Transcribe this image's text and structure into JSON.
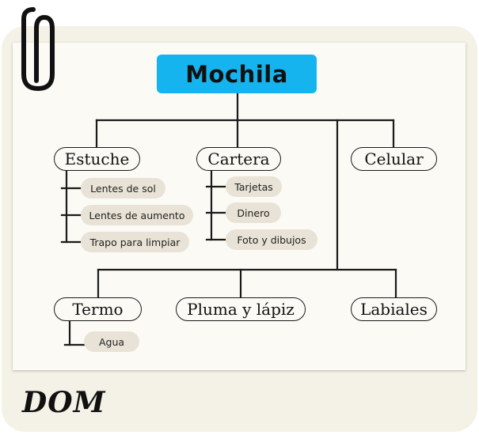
{
  "diagram": {
    "root": "Mochila",
    "categories": {
      "estuche": "Estuche",
      "cartera": "Cartera",
      "celular": "Celular",
      "termo": "Termo",
      "pluma": "Pluma y lápiz",
      "labiales": "Labiales"
    },
    "estuche_items": [
      "Lentes de sol",
      "Lentes de aumento",
      "Trapo para limpiar"
    ],
    "cartera_items": [
      "Tarjetas",
      "Dinero",
      "Foto y dibujos"
    ],
    "termo_items": [
      "Agua"
    ]
  },
  "footer": {
    "label": "DOM"
  },
  "colors": {
    "root_fill": "#15b4ef",
    "leaf_fill": "#e8e3d6",
    "frame": "#f4f1e6",
    "line": "#1a1a1a"
  }
}
